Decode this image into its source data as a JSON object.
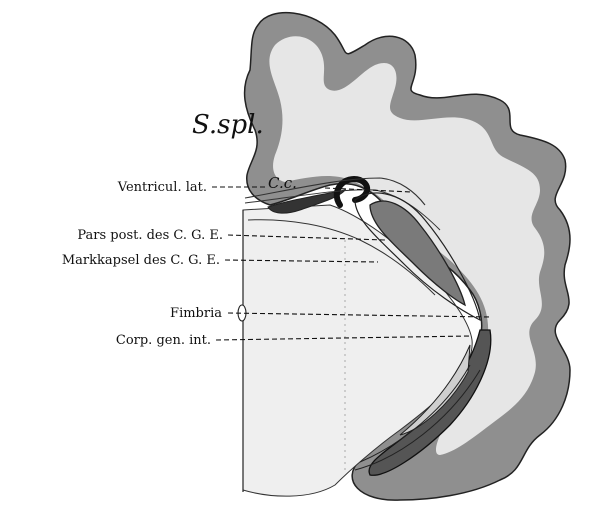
{
  "figure": {
    "labels": {
      "ventricul": "Ventricul. lat.",
      "pars_post": "Pars post. des C. G. E.",
      "markkapsel": "Markkapsel des C. G. E.",
      "fimbria": "Fimbria",
      "corp_gen": "Corp. gen. int."
    },
    "annotations": {
      "sulcus": "S.spl.",
      "corpus_callosum": "C.c."
    },
    "colors": {
      "cortex": "#8f8f8f",
      "white_matter": "#e6e6e6",
      "light_fill": "#efefef",
      "ink": "#111111"
    }
  }
}
